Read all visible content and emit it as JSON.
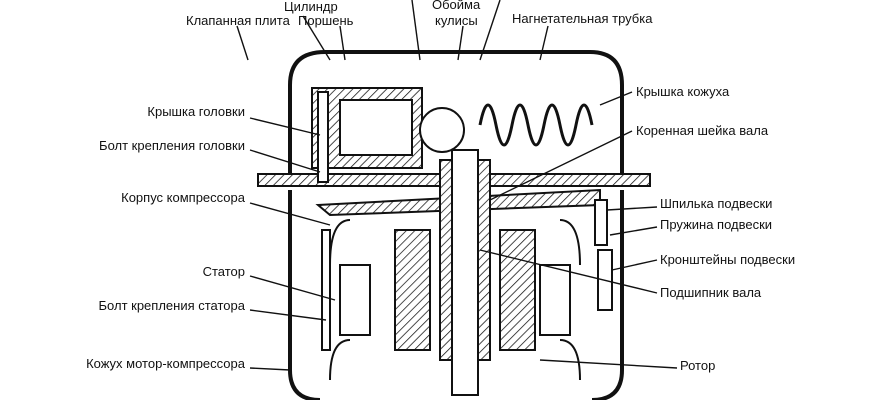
{
  "labels": {
    "cylinder": "Цилиндр",
    "valve_plate": "Клапанная плита",
    "piston": "Поршень",
    "slider_yoke_1": "Обойма",
    "slider_yoke_2": "кулисы",
    "discharge_tube": "Нагнетательная трубка",
    "casing_cover": "Крышка кожуха",
    "main_journal": "Коренная шейка вала",
    "head_cover": "Крышка головки",
    "head_bolt": "Болт крепления головки",
    "compressor_body": "Корпус компрессора",
    "suspension_stud": "Шпилька подвески",
    "suspension_spring": "Пружина подвески",
    "suspension_brackets": "Кронштейны подвески",
    "stator": "Статор",
    "shaft_bearing": "Подшипник вала",
    "stator_bolt": "Болт крепления статора",
    "motor_casing": "Кожух мотор-компрессора",
    "rotor": "Ротор"
  }
}
